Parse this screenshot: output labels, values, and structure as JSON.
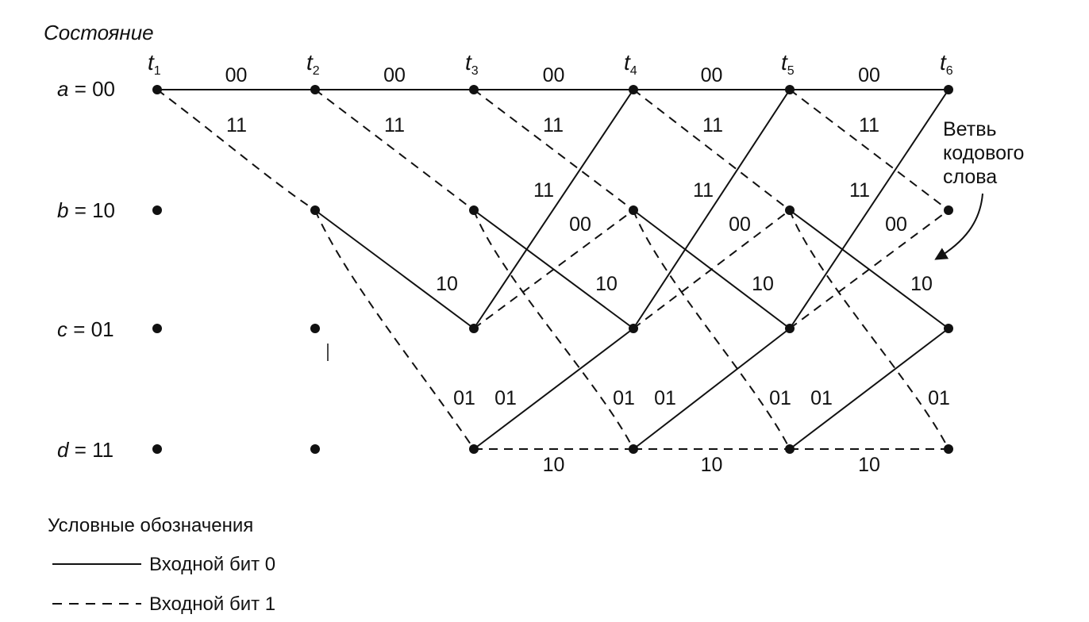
{
  "diagram": {
    "state_header": "Состояние",
    "time_labels": [
      {
        "main": "t",
        "sub": "1"
      },
      {
        "main": "t",
        "sub": "2"
      },
      {
        "main": "t",
        "sub": "3"
      },
      {
        "main": "t",
        "sub": "4"
      },
      {
        "main": "t",
        "sub": "5"
      },
      {
        "main": "t",
        "sub": "6"
      }
    ],
    "states": [
      {
        "letter": "a",
        "rest": " = 00"
      },
      {
        "letter": "b",
        "rest": " = 10"
      },
      {
        "letter": "c",
        "rest": " = 01"
      },
      {
        "letter": "d",
        "rest": " = 11"
      }
    ],
    "branch_labels": {
      "a_to_a": "00",
      "a_to_b": "11",
      "b_to_c": "10",
      "b_to_d": "01",
      "c_to_a": "11",
      "c_to_b": "00",
      "d_to_c": "01",
      "d_to_d": "10"
    },
    "callout": [
      "Ветвь",
      "кодового",
      "слова"
    ],
    "legend": {
      "title": "Условные обозначения",
      "solid": "Входной бит 0",
      "dashed": "Входной бит 1"
    }
  },
  "colors": {
    "ink": "#111111",
    "background": "#ffffff"
  }
}
